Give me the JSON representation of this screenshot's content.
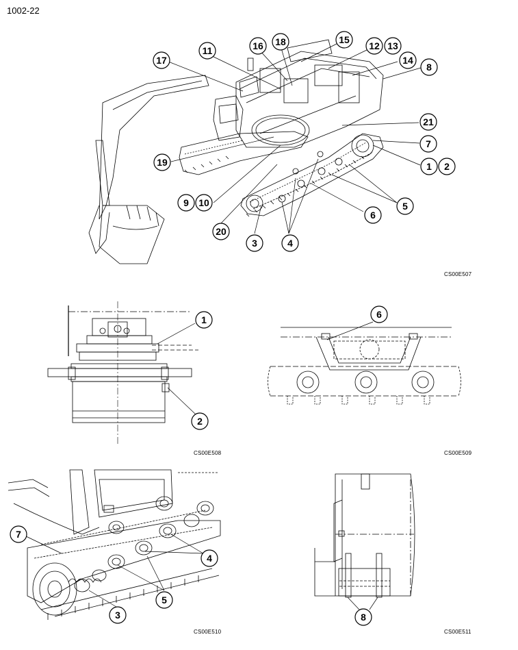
{
  "page_code": "1002-22",
  "figures": [
    {
      "code": "CS00E507",
      "callouts": [
        "17",
        "11",
        "16",
        "18",
        "15",
        "12",
        "13",
        "14",
        "8",
        "21",
        "7",
        "1",
        "2",
        "19",
        "9",
        "10",
        "20",
        "3",
        "4",
        "5",
        "6"
      ]
    },
    {
      "code": "CS00E508",
      "callouts": [
        "1",
        "2"
      ]
    },
    {
      "code": "CS00E509",
      "callouts": [
        "6"
      ]
    },
    {
      "code": "CS00E510",
      "callouts": [
        "7",
        "4",
        "5",
        "3"
      ]
    },
    {
      "code": "CS00E511",
      "callouts": [
        "8"
      ]
    }
  ]
}
